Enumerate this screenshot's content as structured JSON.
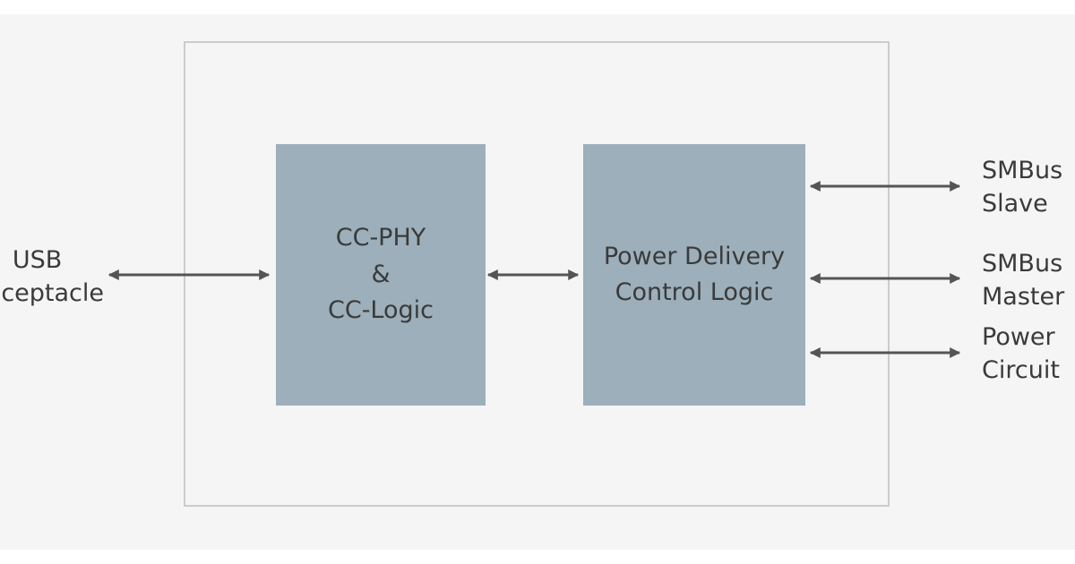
{
  "colors": {
    "background_band": "#f5f5f5",
    "chip_border": "#cccccc",
    "block_fill": "#9cafbb",
    "arrow": "#555555",
    "text": "#3a3a3a"
  },
  "blocks": {
    "cc": {
      "lines": [
        "CC-PHY",
        "&",
        "CC-Logic"
      ]
    },
    "pd": {
      "lines": [
        "Power Delivery",
        "Control Logic"
      ]
    }
  },
  "external": {
    "usb": [
      "USB",
      "Receptacle"
    ],
    "smbus_slave": [
      "SMBus",
      "Slave"
    ],
    "smbus_master": [
      "SMBus",
      "Master"
    ],
    "power_circuit": [
      "Power",
      "Circuit"
    ]
  },
  "connections": [
    {
      "from": "usb",
      "to": "cc",
      "type": "bidirectional"
    },
    {
      "from": "cc",
      "to": "pd",
      "type": "bidirectional"
    },
    {
      "from": "pd",
      "to": "smbus_slave",
      "type": "bidirectional"
    },
    {
      "from": "pd",
      "to": "smbus_master",
      "type": "bidirectional"
    },
    {
      "from": "pd",
      "to": "power_circuit",
      "type": "bidirectional"
    }
  ]
}
